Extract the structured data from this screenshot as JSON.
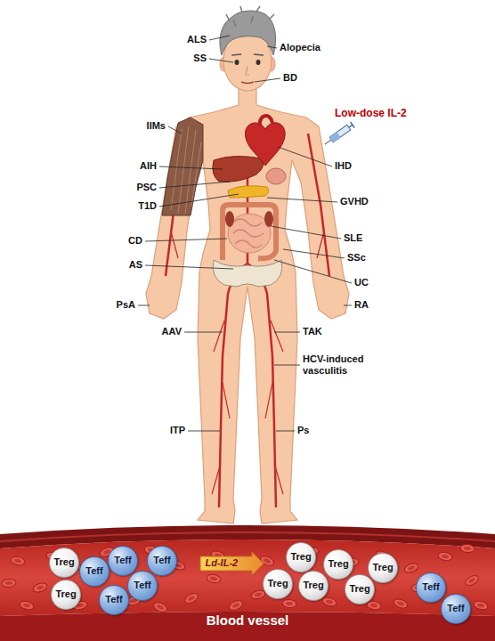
{
  "diagram": {
    "nodes": [
      {
        "text": [
          "Blood vessel"
        ]
      },
      {
        "text": [
          "Treg"
        ],
        "in": 0
      },
      {
        "text": [
          "Teff"
        ],
        "in": 0
      },
      {
        "text": [
          "Teff"
        ],
        "in": 0
      },
      {
        "text": [
          "Teff"
        ],
        "in": 0
      },
      {
        "text": [
          "Teff"
        ],
        "in": 0
      },
      {
        "text": [
          "Teff"
        ],
        "in": 0
      },
      {
        "text": [
          "Treg"
        ],
        "in": 0
      },
      {
        "text": [
          "Ld-IL-2"
        ],
        "in": 0
      },
      {
        "text": [
          "Treg"
        ],
        "in": 0
      },
      {
        "text": [
          "Treg"
        ],
        "in": 0
      },
      {
        "text": [
          "Treg"
        ],
        "in": 0
      },
      {
        "text": [
          "Treg"
        ],
        "in": 0
      },
      {
        "text": [
          "Treg"
        ],
        "in": 0
      },
      {
        "text": [
          "Treg"
        ],
        "in": 0
      },
      {
        "text": [
          "Teff"
        ],
        "in": 0
      },
      {
        "text": [
          "Teff"
        ],
        "in": 0
      }
    ],
    "labels": [
      "ALS",
      "Alopecia",
      "SS",
      "BD",
      "Low-dose IL-2",
      "IIMs",
      "AIH",
      "IHD",
      "PSC",
      "GVHD",
      "T1D",
      "CD",
      "SLE",
      "SSc",
      "AS",
      "UC",
      "RA",
      "PsA",
      "AAV",
      "TAK",
      "HCV-induced vasculitis",
      "ITP",
      "Ps"
    ]
  }
}
